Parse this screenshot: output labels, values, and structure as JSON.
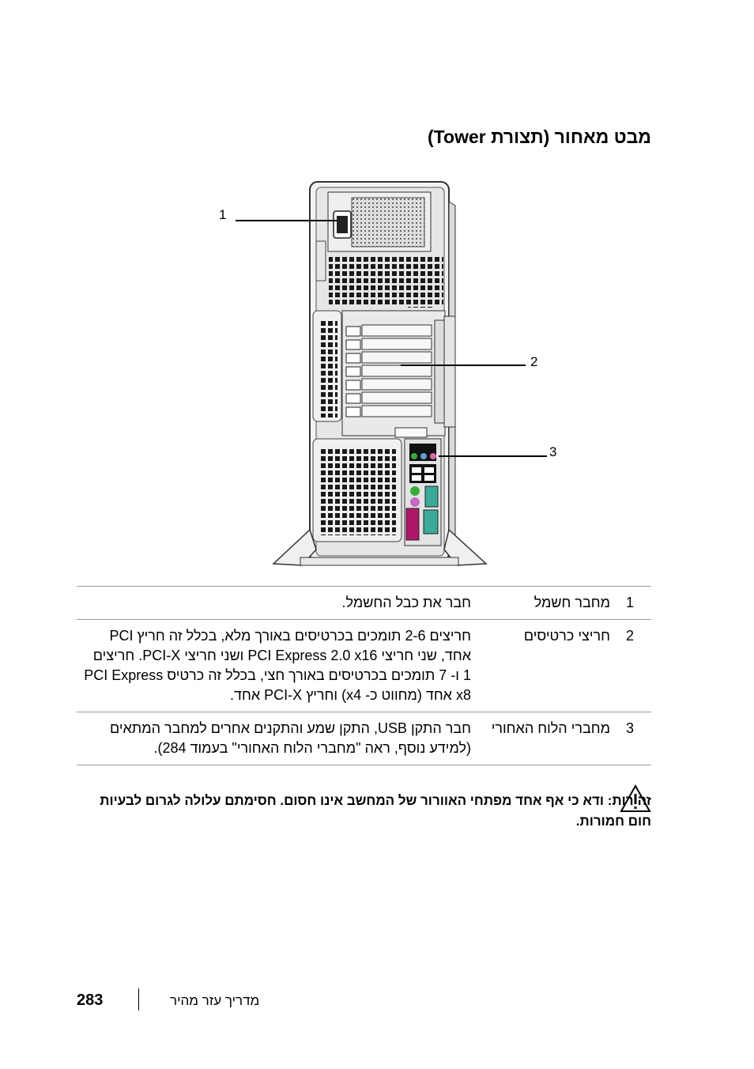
{
  "title": "מבט מאחור (תצורת Tower)",
  "callouts": [
    "1",
    "2",
    "3"
  ],
  "rows": [
    {
      "num": "1",
      "name": "מחבר חשמל",
      "desc": "חבר את כבל החשמל."
    },
    {
      "num": "2",
      "name": "חריצי כרטיסים",
      "desc": "חריצים 2-6 תומכים בכרטיסים באורך מלא, בכלל זה חריץ PCI אחד, שני חריצי PCI Express 2.0 x16 ושני חריצי PCI-X. חריצים 1 ו- 7 תומכים בכרטיסים באורך חצי, בכלל זה כרטיס PCI Express x8 אחד (מחווט כ- x4) וחריץ PCI-X אחד."
    },
    {
      "num": "3",
      "name": "מחברי הלוח האחורי",
      "desc": "חבר התקן USB, התקן שמע והתקנים אחרים למחבר המתאים (למידע נוסף, ראה \"מחברי הלוח האחורי\" בעמוד 284)."
    }
  ],
  "warning": {
    "label": "זהירות:",
    "text": "ודא כי אף אחד מפתחי האוורור של המחשב אינו חסום. חסימתם עלולה לגרום לבעיות חום חמורות."
  },
  "footer": {
    "page_number": "283",
    "guide_title": "מדריך עזר מהיר"
  }
}
